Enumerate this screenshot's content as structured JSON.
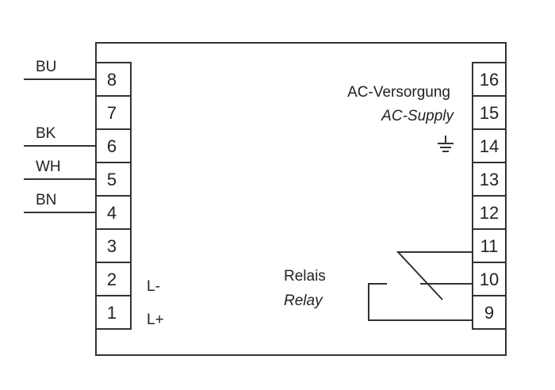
{
  "left_terminals": [
    {
      "number": "8"
    },
    {
      "number": "7"
    },
    {
      "number": "6"
    },
    {
      "number": "5"
    },
    {
      "number": "4"
    },
    {
      "number": "3"
    },
    {
      "number": "2"
    },
    {
      "number": "1"
    }
  ],
  "right_terminals": [
    {
      "number": "16"
    },
    {
      "number": "15"
    },
    {
      "number": "14"
    },
    {
      "number": "13"
    },
    {
      "number": "12"
    },
    {
      "number": "11"
    },
    {
      "number": "10"
    },
    {
      "number": "9"
    }
  ],
  "wires": [
    {
      "label": "BU",
      "terminal": "8"
    },
    {
      "label": "BK",
      "terminal": "6"
    },
    {
      "label": "WH",
      "terminal": "5"
    },
    {
      "label": "BN",
      "terminal": "4"
    }
  ],
  "polarity": {
    "minus": "L-",
    "plus": "L+"
  },
  "supply": {
    "de": "AC-Versorgung",
    "en": "AC-Supply"
  },
  "relay": {
    "de": "Relais",
    "en": "Relay"
  },
  "colors": {
    "line": "#333333",
    "text": "#222222",
    "background": "#ffffff"
  }
}
